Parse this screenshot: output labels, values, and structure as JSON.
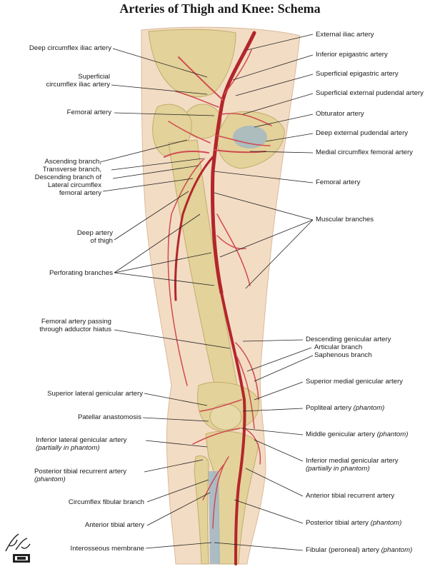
{
  "title": "Arteries of Thigh and Knee: Schema",
  "left_labels": [
    {
      "key": "deep-circumflex-iliac-artery",
      "lines": [
        "Deep circumflex iliac artery"
      ]
    },
    {
      "key": "superficial-circumflex-iliac-artery",
      "lines": [
        "Superficial",
        "circumflex iliac artery"
      ]
    },
    {
      "key": "femoral-artery-left",
      "lines": [
        "Femoral artery"
      ]
    },
    {
      "key": "lateral-circumflex-branches",
      "lines": [
        "Ascending branch,",
        "Transverse branch,",
        "Descending branch of",
        "Lateral circumflex",
        "femoral artery"
      ]
    },
    {
      "key": "deep-artery-of-thigh",
      "lines": [
        "Deep artery",
        "of thigh"
      ]
    },
    {
      "key": "perforating-branches",
      "lines": [
        "Perforating branches"
      ]
    },
    {
      "key": "femoral-artery-adductor-hiatus",
      "lines": [
        "Femoral artery passing",
        "through adductor hiatus"
      ]
    },
    {
      "key": "superior-lateral-genicular-artery",
      "lines": [
        "Superior lateral genicular artery"
      ]
    },
    {
      "key": "patellar-anastomosis",
      "lines": [
        "Patellar anastomosis"
      ]
    },
    {
      "key": "inferior-lateral-genicular-artery",
      "lines": [
        "Inferior lateral genicular artery"
      ],
      "note": "(partially in phantom)"
    },
    {
      "key": "posterior-tibial-recurrent-artery",
      "lines": [
        "Posterior tibial recurrent artery"
      ],
      "note": "(phantom)"
    },
    {
      "key": "circumflex-fibular-branch",
      "lines": [
        "Circumflex fibular branch"
      ]
    },
    {
      "key": "anterior-tibial-artery",
      "lines": [
        "Anterior tibial artery"
      ]
    },
    {
      "key": "interosseous-membrane",
      "lines": [
        "Interosseous membrane"
      ]
    }
  ],
  "right_labels": [
    {
      "key": "external-iliac-artery",
      "text": "External iliac artery"
    },
    {
      "key": "inferior-epigastric-artery",
      "text": "Inferior epigastric artery"
    },
    {
      "key": "superficial-epigastric-artery",
      "text": "Superficial epigastric artery"
    },
    {
      "key": "superficial-external-pudendal-artery",
      "text": "Superficial external pudendal artery"
    },
    {
      "key": "obturator-artery",
      "text": "Obturator artery"
    },
    {
      "key": "deep-external-pudendal-artery",
      "text": "Deep external pudendal artery"
    },
    {
      "key": "medial-circumflex-femoral-artery",
      "text": "Medial circumflex femoral artery"
    },
    {
      "key": "femoral-artery-right",
      "text": "Femoral artery"
    },
    {
      "key": "muscular-branches",
      "text": "Muscular branches"
    },
    {
      "key": "descending-genicular-artery",
      "text": "Descending genicular artery"
    },
    {
      "key": "articular-branch",
      "text": "Articular branch"
    },
    {
      "key": "saphenous-branch",
      "text": "Saphenous branch"
    },
    {
      "key": "superior-medial-genicular-artery",
      "text": "Superior medial genicular artery"
    },
    {
      "key": "popliteal-artery",
      "text": "Popliteal artery ",
      "note": "(phantom)"
    },
    {
      "key": "middle-genicular-artery",
      "text": "Middle genicular artery ",
      "note": "(phantom)"
    },
    {
      "key": "inferior-medial-genicular-artery",
      "text": "Inferior medial genicular artery",
      "note2": "(partially in phantom)"
    },
    {
      "key": "anterior-tibial-recurrent-artery",
      "text": "Anterior tibial recurrent artery"
    },
    {
      "key": "posterior-tibial-artery",
      "text": "Posterior tibial artery ",
      "note": "(phantom)"
    },
    {
      "key": "fibular-peroneal-artery",
      "text": "Fibular (peroneal) artery ",
      "note": "(phantom)"
    }
  ],
  "logo": {
    "signature": "F. Netter",
    "mark": "ICN"
  },
  "colors": {
    "artery": "#b3262b",
    "bone": "#e3d29a",
    "skin": "#f3dcc4",
    "membrane": "#9fb6c6"
  }
}
